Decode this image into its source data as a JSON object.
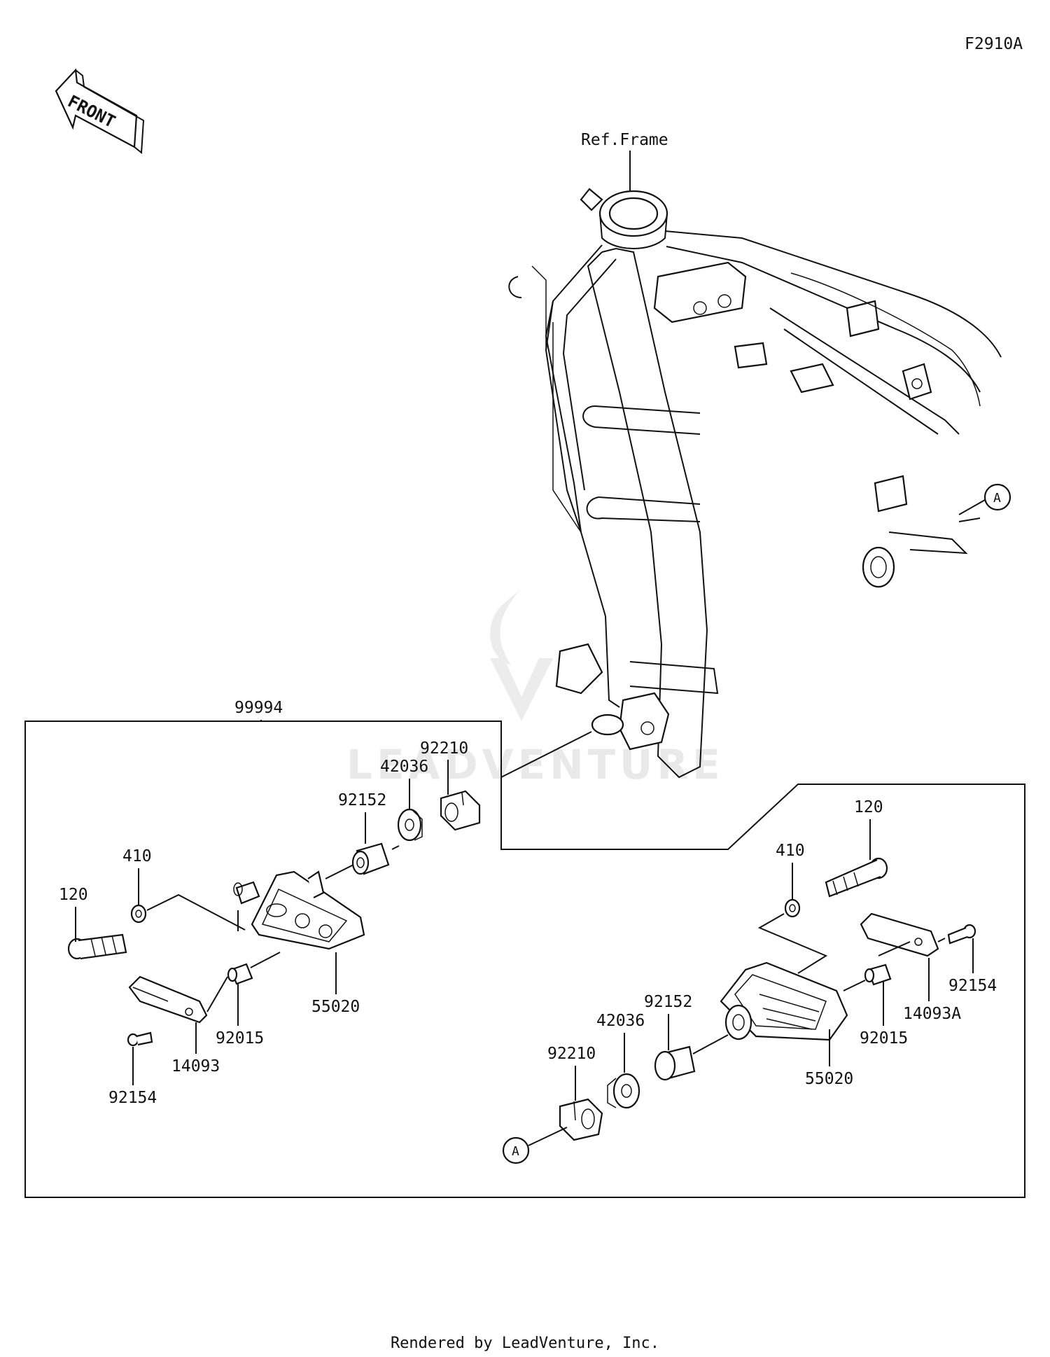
{
  "diagram": {
    "code": "F2910A",
    "front_label": "FRONT",
    "ref_frame": "Ref.Frame",
    "kit_number": "99994",
    "watermark": "LEADVENTURE",
    "callout_a": "A",
    "left_parts": {
      "p120": "120",
      "p410": "410",
      "p55020": "55020",
      "p92152": "92152",
      "p42036": "42036",
      "p92210": "92210",
      "p92015": "92015",
      "p14093": "14093",
      "p92154": "92154"
    },
    "right_parts": {
      "p120": "120",
      "p410": "410",
      "p92154": "92154",
      "p14093a": "14093A",
      "p92015": "92015",
      "p55020": "55020",
      "p92152": "92152",
      "p42036": "42036",
      "p92210": "92210"
    }
  },
  "footer": {
    "text": "Rendered by LeadVenture, Inc."
  }
}
